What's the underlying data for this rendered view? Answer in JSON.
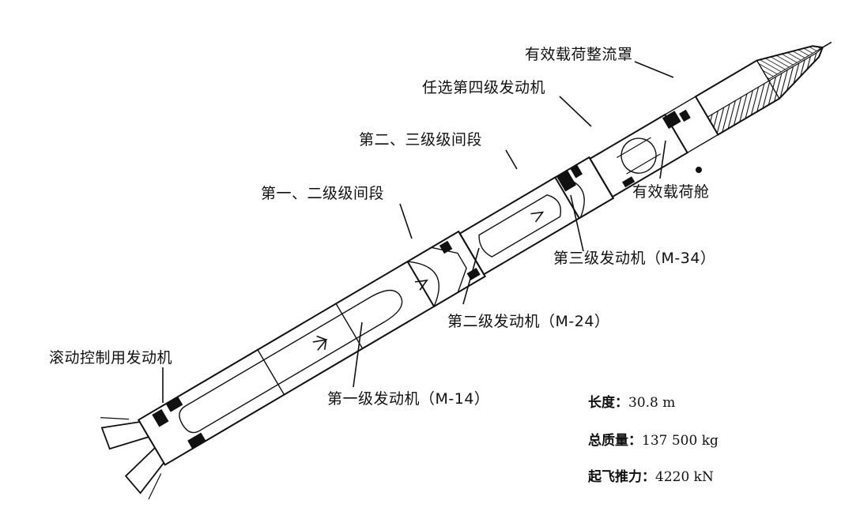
{
  "labels": {
    "fairing": "有效载荷整流罩",
    "fourth_stage_engine": "任选第四级发动机",
    "interstage_2_3": "第二、三级级间段",
    "interstage_1_2": "第一、二级级间段",
    "payload_bay": "有效载荷舱",
    "third_stage_engine": "第三级发动机（M-34）",
    "second_stage_engine": "第二级发动机（M-24）",
    "roll_control_engine": "滚动控制用发动机",
    "first_stage_engine": "第一级发动机（M-14）"
  },
  "specs": [
    {
      "key": "长度：",
      "value": "30.8 m"
    },
    {
      "key": "总质量：",
      "value": "137 500 kg"
    },
    {
      "key": "起飞推力：",
      "value": "4220 kN"
    }
  ],
  "colors": {
    "ink": "#111111",
    "background": "#ffffff"
  }
}
